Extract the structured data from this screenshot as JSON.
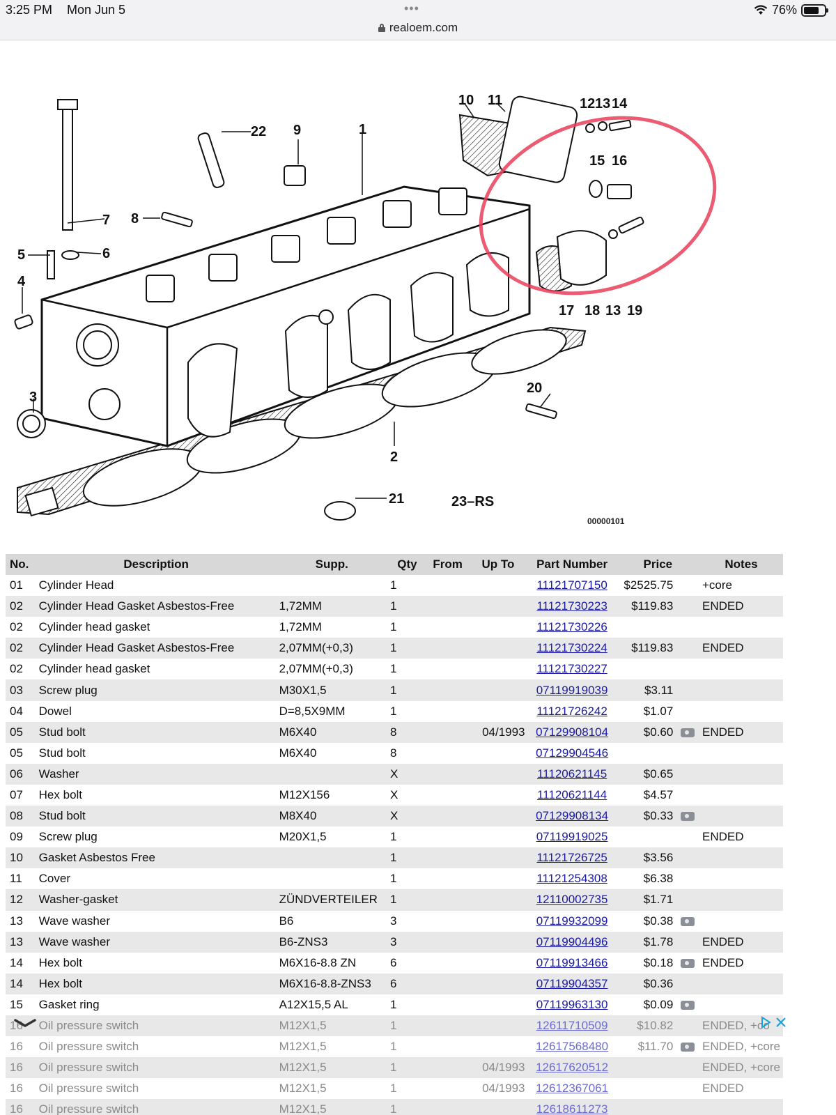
{
  "status_bar": {
    "time": "3:25 PM",
    "date": "Mon Jun 5",
    "url": "realoem.com",
    "battery": "76%",
    "battery_level": 0.76
  },
  "diagram": {
    "callouts": [
      "1",
      "2",
      "3",
      "4",
      "5",
      "6",
      "7",
      "8",
      "9",
      "10",
      "11",
      "12",
      "13",
      "14",
      "15",
      "16",
      "17",
      "18",
      "13",
      "19",
      "20",
      "21",
      "22",
      "23–RS"
    ],
    "code": "00000101",
    "highlight_color": "#e8405a"
  },
  "table": {
    "headers": {
      "no": "No.",
      "description": "Description",
      "supp": "Supp.",
      "qty": "Qty",
      "from": "From",
      "upto": "Up To",
      "part_number": "Part Number",
      "price": "Price",
      "notes": "Notes"
    },
    "rows": [
      {
        "no": "01",
        "description": "Cylinder Head",
        "supp": "",
        "qty": "1",
        "from": "",
        "upto": "",
        "part_number": "11121707150",
        "price": "$2525.75",
        "camera": false,
        "notes": "+core"
      },
      {
        "no": "02",
        "description": "Cylinder Head Gasket Asbestos-Free",
        "supp": "1,72MM",
        "qty": "1",
        "from": "",
        "upto": "",
        "part_number": "11121730223",
        "price": "$119.83",
        "camera": false,
        "notes": "ENDED"
      },
      {
        "no": "02",
        "description": "Cylinder head gasket",
        "supp": "1,72MM",
        "qty": "1",
        "from": "",
        "upto": "",
        "part_number": "11121730226",
        "price": "",
        "camera": false,
        "notes": ""
      },
      {
        "no": "02",
        "description": "Cylinder Head Gasket Asbestos-Free",
        "supp": "2,07MM(+0,3)",
        "qty": "1",
        "from": "",
        "upto": "",
        "part_number": "11121730224",
        "price": "$119.83",
        "camera": false,
        "notes": "ENDED"
      },
      {
        "no": "02",
        "description": "Cylinder head gasket",
        "supp": "2,07MM(+0,3)",
        "qty": "1",
        "from": "",
        "upto": "",
        "part_number": "11121730227",
        "price": "",
        "camera": false,
        "notes": ""
      },
      {
        "no": "03",
        "description": "Screw plug",
        "supp": "M30X1,5",
        "qty": "1",
        "from": "",
        "upto": "",
        "part_number": "07119919039",
        "price": "$3.11",
        "camera": false,
        "notes": ""
      },
      {
        "no": "04",
        "description": "Dowel",
        "supp": "D=8,5X9MM",
        "qty": "1",
        "from": "",
        "upto": "",
        "part_number": "11121726242",
        "price": "$1.07",
        "camera": false,
        "notes": ""
      },
      {
        "no": "05",
        "description": "Stud bolt",
        "supp": "M6X40",
        "qty": "8",
        "from": "",
        "upto": "04/1993",
        "part_number": "07129908104",
        "price": "$0.60",
        "camera": true,
        "notes": "ENDED"
      },
      {
        "no": "05",
        "description": "Stud bolt",
        "supp": "M6X40",
        "qty": "8",
        "from": "",
        "upto": "",
        "part_number": "07129904546",
        "price": "",
        "camera": false,
        "notes": ""
      },
      {
        "no": "06",
        "description": "Washer",
        "supp": "",
        "qty": "X",
        "from": "",
        "upto": "",
        "part_number": "11120621145",
        "price": "$0.65",
        "camera": false,
        "notes": ""
      },
      {
        "no": "07",
        "description": "Hex bolt",
        "supp": "M12X156",
        "qty": "X",
        "from": "",
        "upto": "",
        "part_number": "11120621144",
        "price": "$4.57",
        "camera": false,
        "notes": ""
      },
      {
        "no": "08",
        "description": "Stud bolt",
        "supp": "M8X40",
        "qty": "X",
        "from": "",
        "upto": "",
        "part_number": "07129908134",
        "price": "$0.33",
        "camera": true,
        "notes": ""
      },
      {
        "no": "09",
        "description": "Screw plug",
        "supp": "M20X1,5",
        "qty": "1",
        "from": "",
        "upto": "",
        "part_number": "07119919025",
        "price": "",
        "camera": false,
        "notes": "ENDED"
      },
      {
        "no": "10",
        "description": "Gasket Asbestos Free",
        "supp": "",
        "qty": "1",
        "from": "",
        "upto": "",
        "part_number": "11121726725",
        "price": "$3.56",
        "camera": false,
        "notes": ""
      },
      {
        "no": "11",
        "description": "Cover",
        "supp": "",
        "qty": "1",
        "from": "",
        "upto": "",
        "part_number": "11121254308",
        "price": "$6.38",
        "camera": false,
        "notes": ""
      },
      {
        "no": "12",
        "description": "Washer-gasket",
        "supp": "ZÜNDVERTEILER",
        "qty": "1",
        "from": "",
        "upto": "",
        "part_number": "12110002735",
        "price": "$1.71",
        "camera": false,
        "notes": ""
      },
      {
        "no": "13",
        "description": "Wave washer",
        "supp": "B6",
        "qty": "3",
        "from": "",
        "upto": "",
        "part_number": "07119932099",
        "price": "$0.38",
        "camera": true,
        "notes": ""
      },
      {
        "no": "13",
        "description": "Wave washer",
        "supp": "B6-ZNS3",
        "qty": "3",
        "from": "",
        "upto": "",
        "part_number": "07119904496",
        "price": "$1.78",
        "camera": false,
        "notes": "ENDED"
      },
      {
        "no": "14",
        "description": "Hex bolt",
        "supp": "M6X16-8.8 ZN",
        "qty": "6",
        "from": "",
        "upto": "",
        "part_number": "07119913466",
        "price": "$0.18",
        "camera": true,
        "notes": "ENDED"
      },
      {
        "no": "14",
        "description": "Hex bolt",
        "supp": "M6X16-8.8-ZNS3",
        "qty": "6",
        "from": "",
        "upto": "",
        "part_number": "07119904357",
        "price": "$0.36",
        "camera": false,
        "notes": ""
      },
      {
        "no": "15",
        "description": "Gasket ring",
        "supp": "A12X15,5 AL",
        "qty": "1",
        "from": "",
        "upto": "",
        "part_number": "07119963130",
        "price": "$0.09",
        "camera": true,
        "notes": ""
      },
      {
        "no": "16",
        "description": "Oil pressure switch",
        "supp": "M12X1,5",
        "qty": "1",
        "from": "",
        "upto": "",
        "part_number": "12611710509",
        "price": "$10.82",
        "camera": false,
        "notes": "ENDED, +co"
      },
      {
        "no": "16",
        "description": "Oil pressure switch",
        "supp": "M12X1,5",
        "qty": "1",
        "from": "",
        "upto": "",
        "part_number": "12617568480",
        "price": "$11.70",
        "camera": true,
        "notes": "ENDED, +core"
      },
      {
        "no": "16",
        "description": "Oil pressure switch",
        "supp": "M12X1,5",
        "qty": "1",
        "from": "",
        "upto": "04/1993",
        "part_number": "12617620512",
        "price": "",
        "camera": false,
        "notes": "ENDED, +core"
      },
      {
        "no": "16",
        "description": "Oil pressure switch",
        "supp": "M12X1,5",
        "qty": "1",
        "from": "",
        "upto": "04/1993",
        "part_number": "12612367061",
        "price": "",
        "camera": false,
        "notes": "ENDED"
      },
      {
        "no": "16",
        "description": "Oil pressure switch",
        "supp": "M12X1,5",
        "qty": "1",
        "from": "",
        "upto": "",
        "part_number": "12618611273",
        "price": "",
        "camera": false,
        "notes": ""
      }
    ]
  }
}
